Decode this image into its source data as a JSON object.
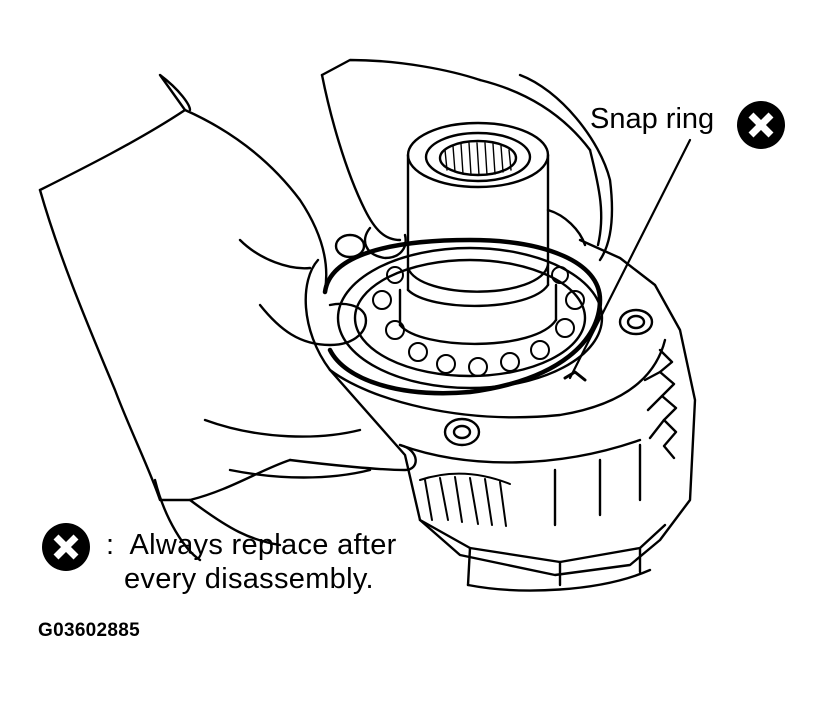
{
  "callout": {
    "label": "Snap ring"
  },
  "legend": {
    "separator": ":",
    "line1": "Always replace after",
    "line2": "every disassembly."
  },
  "figure_code": "G03602885",
  "icons": {
    "replace_symbol": "x-in-black-circle-icon"
  },
  "colors": {
    "ink": "#000000",
    "paper": "#ffffff"
  }
}
